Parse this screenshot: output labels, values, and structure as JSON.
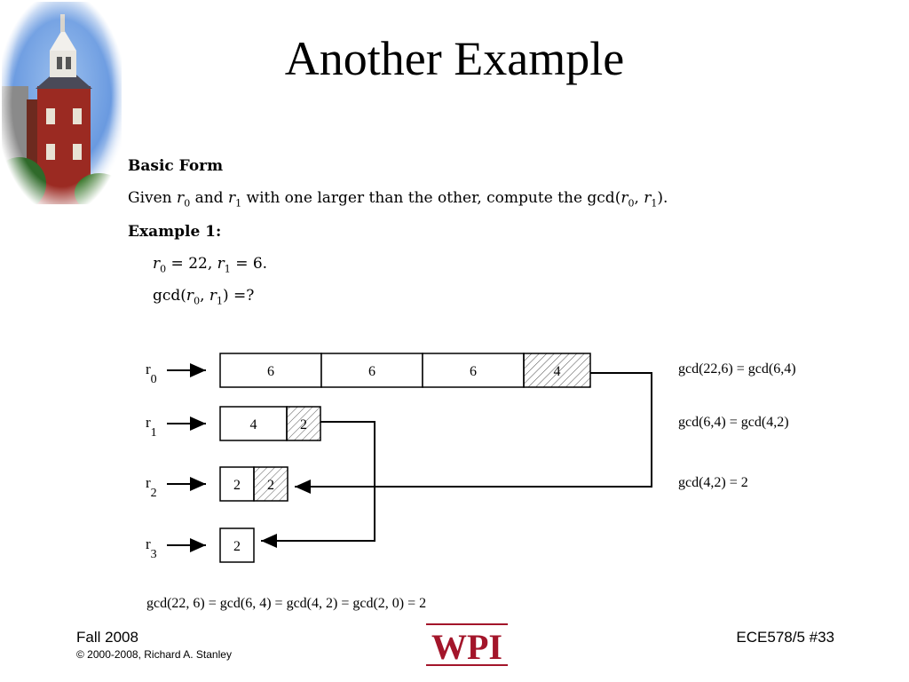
{
  "title": "Another Example",
  "body": {
    "heading": "Basic Form",
    "given_pre": "Given ",
    "given_mid": " and ",
    "given_post": " with one larger than the other, compute the gcd(",
    "given_end": ").",
    "example_label": "Example 1:",
    "line1": "= 22, ",
    "line1_end": "= 6.",
    "line2_pre": "gcd(",
    "line2_end": ") =?"
  },
  "diagram": {
    "row_labels": [
      "r",
      "r",
      "r",
      "r"
    ],
    "row_subscripts": [
      "0",
      "1",
      "2",
      "3"
    ],
    "rows": [
      {
        "cells": [
          "6",
          "6",
          "6",
          "4"
        ],
        "remainder_index": 3
      },
      {
        "cells": [
          "4",
          "2"
        ],
        "remainder_index": 1
      },
      {
        "cells": [
          "2",
          "2"
        ],
        "remainder_index": 1
      },
      {
        "cells": [
          "2"
        ],
        "remainder_index": -1
      }
    ],
    "annotations": [
      "gcd(22,6) = gcd(6,4)",
      "gcd(6,4) = gcd(4,2)",
      "gcd(4,2) = 2"
    ],
    "summary": "gcd(22, 6) = gcd(6, 4) = gcd(4, 2) = gcd(2, 0) = 2"
  },
  "footer": {
    "term": "Fall 2008",
    "copyright": "© 2000-2008, Richard A. Stanley",
    "course": "ECE578/5  #33",
    "logo_text": "WPI"
  },
  "colors": {
    "logo_red": "#a3152a",
    "sky": "#5b8fd6"
  }
}
